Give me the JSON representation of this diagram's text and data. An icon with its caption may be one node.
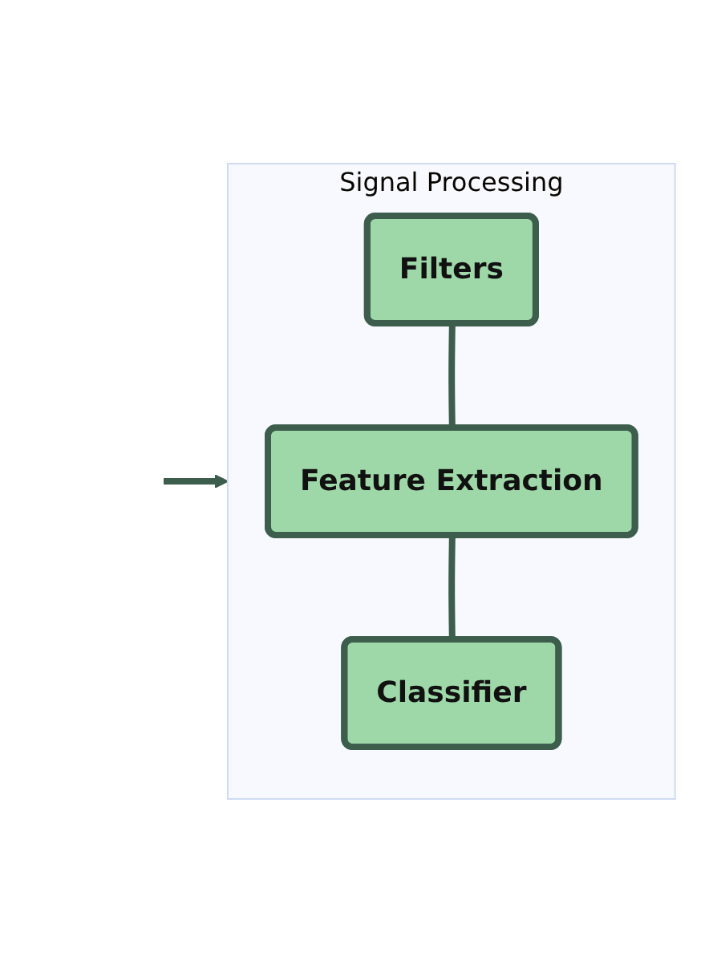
{
  "diagram": {
    "nodes": [
      {
        "text": [
          "Signal Processing"
        ]
      },
      {
        "text": [
          "Filters"
        ],
        "in": 0
      },
      {
        "text": [
          "Feature Extraction"
        ],
        "in": 0
      },
      {
        "text": [
          "Classifier"
        ],
        "in": 0
      }
    ],
    "edges": [
      {
        "from": null,
        "to": 0,
        "arrow": "to"
      },
      {
        "from": 1,
        "to": 2,
        "arrow": "none"
      },
      {
        "from": 2,
        "to": 3,
        "arrow": "none"
      }
    ]
  }
}
